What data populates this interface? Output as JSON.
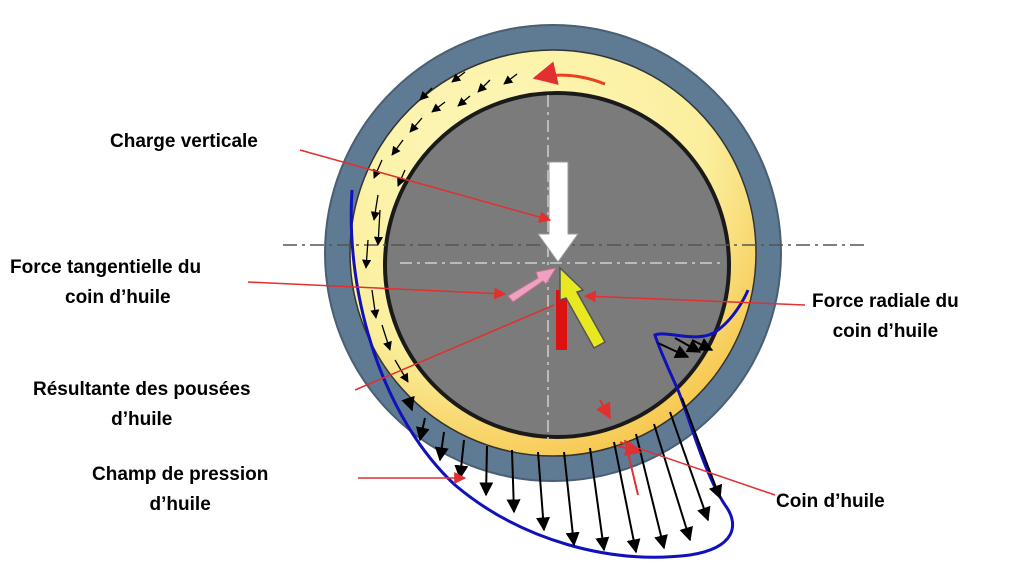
{
  "labels": {
    "vertical_load": "Charge verticale",
    "tangential_force": [
      "Force tangentielle du",
      "coin d’huile"
    ],
    "radial_force": [
      "Force radiale du",
      "coin d’huile"
    ],
    "resultant": [
      "Résultante des pousées",
      "d’huile"
    ],
    "pressure_field": [
      "Champ de pression",
      "d’huile"
    ],
    "oil_wedge": "Coin d’huile"
  },
  "colors": {
    "bearing_ring": "#5f7a93",
    "oil_film": "#fbf2a6",
    "oil_film_dark": "#f2a52b",
    "shaft": "#7b7b7b",
    "pressure_curve": "#1111bb",
    "leader_line": "#e03030",
    "rotation_arrow": "#e84020",
    "tangential_arrow": "#f0a0c0",
    "radial_arrow": "#e8e820",
    "resultant_bar": "#dd1111",
    "load_arrow": "#ffffff"
  }
}
